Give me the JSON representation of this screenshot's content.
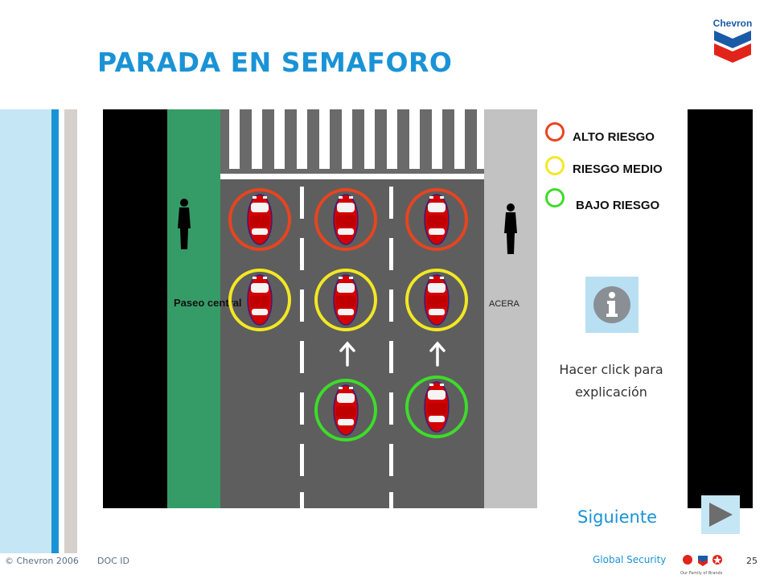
{
  "title": "PARADA EN SEMAFORO",
  "brand": {
    "name": "Chevron",
    "accent": "#1a93d6"
  },
  "road": {
    "median_label": "Paseo central",
    "sidewalk_label": "ACERA"
  },
  "legend": [
    {
      "label": "ALTO RIESGO",
      "color": "#e8441f"
    },
    {
      "label": "RIESGO MEDIO",
      "color": "#f2e824"
    },
    {
      "label": "BAJO RIESGO",
      "color": "#3ddc2a"
    }
  ],
  "info": {
    "text_line1": "Hacer click para",
    "text_line2": "explicación",
    "icon": "info-icon"
  },
  "nav": {
    "next_label": "Siguiente",
    "icon": "play-arrow-icon"
  },
  "footer": {
    "copyright": "© Chevron 2006",
    "doc_id": "DOC ID",
    "section": "Global Security",
    "family_brands": "Our Family of Brands",
    "page_number": "25"
  }
}
